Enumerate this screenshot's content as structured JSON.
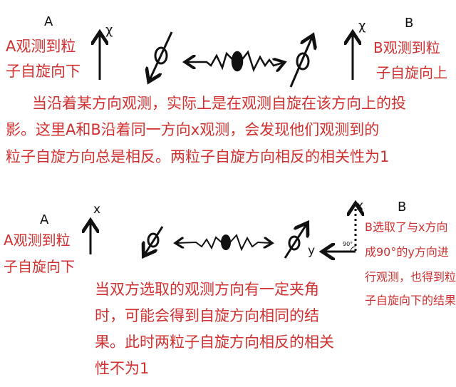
{
  "top": {
    "label_a": "A",
    "label_b": "B",
    "axis_a": "χ",
    "axis_b": "χ",
    "a_result": [
      "A观测到粒",
      "子自旋向下"
    ],
    "b_result": [
      "B观测到粒",
      "子自旋向上"
    ],
    "explanation": [
      "当沿着某方向观测，实际上是在观测自旋在该方向上的投",
      "影。这里A和B沿着同一方向x观测，会发现他们观测到的",
      "粒子自旋方向总是相反。两粒子自旋方向相反的相关性为1"
    ]
  },
  "bottom": {
    "label_a": "A",
    "label_b": "B",
    "axis_a": "x",
    "axis_b_x": "x",
    "axis_b_y": "y",
    "angle": "90°",
    "a_result": [
      "A观测到粒",
      "子自旋向下"
    ],
    "b_result": [
      "B选取了与x方向",
      "成90°的y方向进",
      "行观测，也得到粒",
      "子自旋向下的结果"
    ],
    "explanation": [
      "当双方选取的观测方向有一定夹角",
      "时，可能会得到自旋方向相同的结",
      "果。此时两粒子自旋方向相反的相关",
      "性不为1"
    ]
  },
  "colors": {
    "text_red": "#d0302f",
    "ink": "#111111"
  }
}
